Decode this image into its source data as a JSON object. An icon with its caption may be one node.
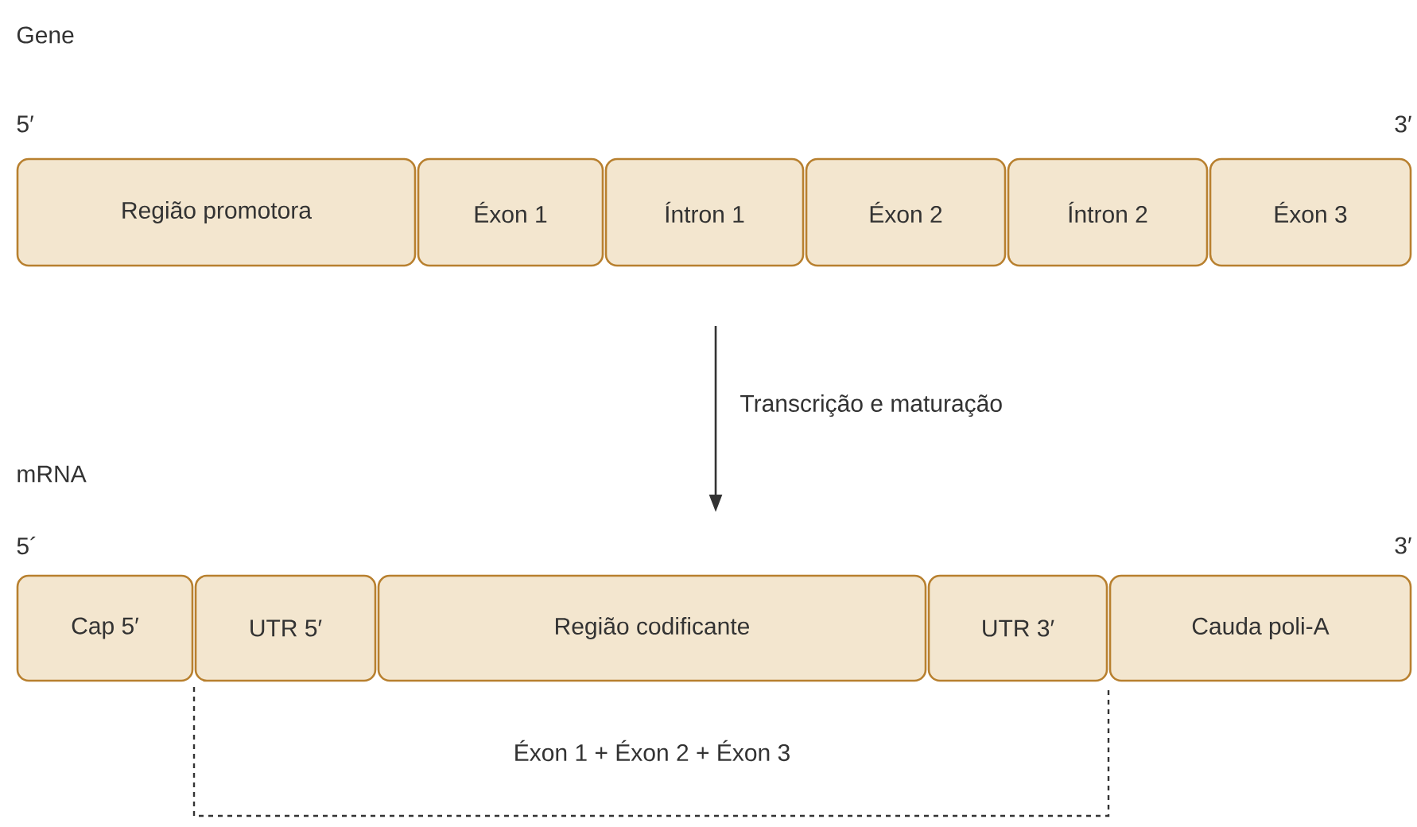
{
  "diagram": {
    "nodes": [
      {
        "text": [
          "Região promotora"
        ]
      },
      {
        "text": [
          "Éxon 1"
        ]
      },
      {
        "text": [
          "Íntron 1"
        ]
      },
      {
        "text": [
          "Éxon 2"
        ]
      },
      {
        "text": [
          "Íntron 2"
        ]
      },
      {
        "text": [
          "Éxon 3"
        ]
      },
      {
        "text": [
          "Cap 5′"
        ]
      },
      {
        "text": [
          "UTR 5′"
        ]
      },
      {
        "text": [
          "Região codificante"
        ]
      },
      {
        "text": [
          "UTR 3′"
        ]
      },
      {
        "text": [
          "Cauda poli-A"
        ]
      }
    ],
    "edges": [],
    "labels": [
      "Gene",
      "5′",
      "3′",
      "Transcrição e maturação",
      "mRNA",
      "5´",
      "3′",
      "Éxon 1 + Éxon 2 + Éxon 3"
    ]
  }
}
